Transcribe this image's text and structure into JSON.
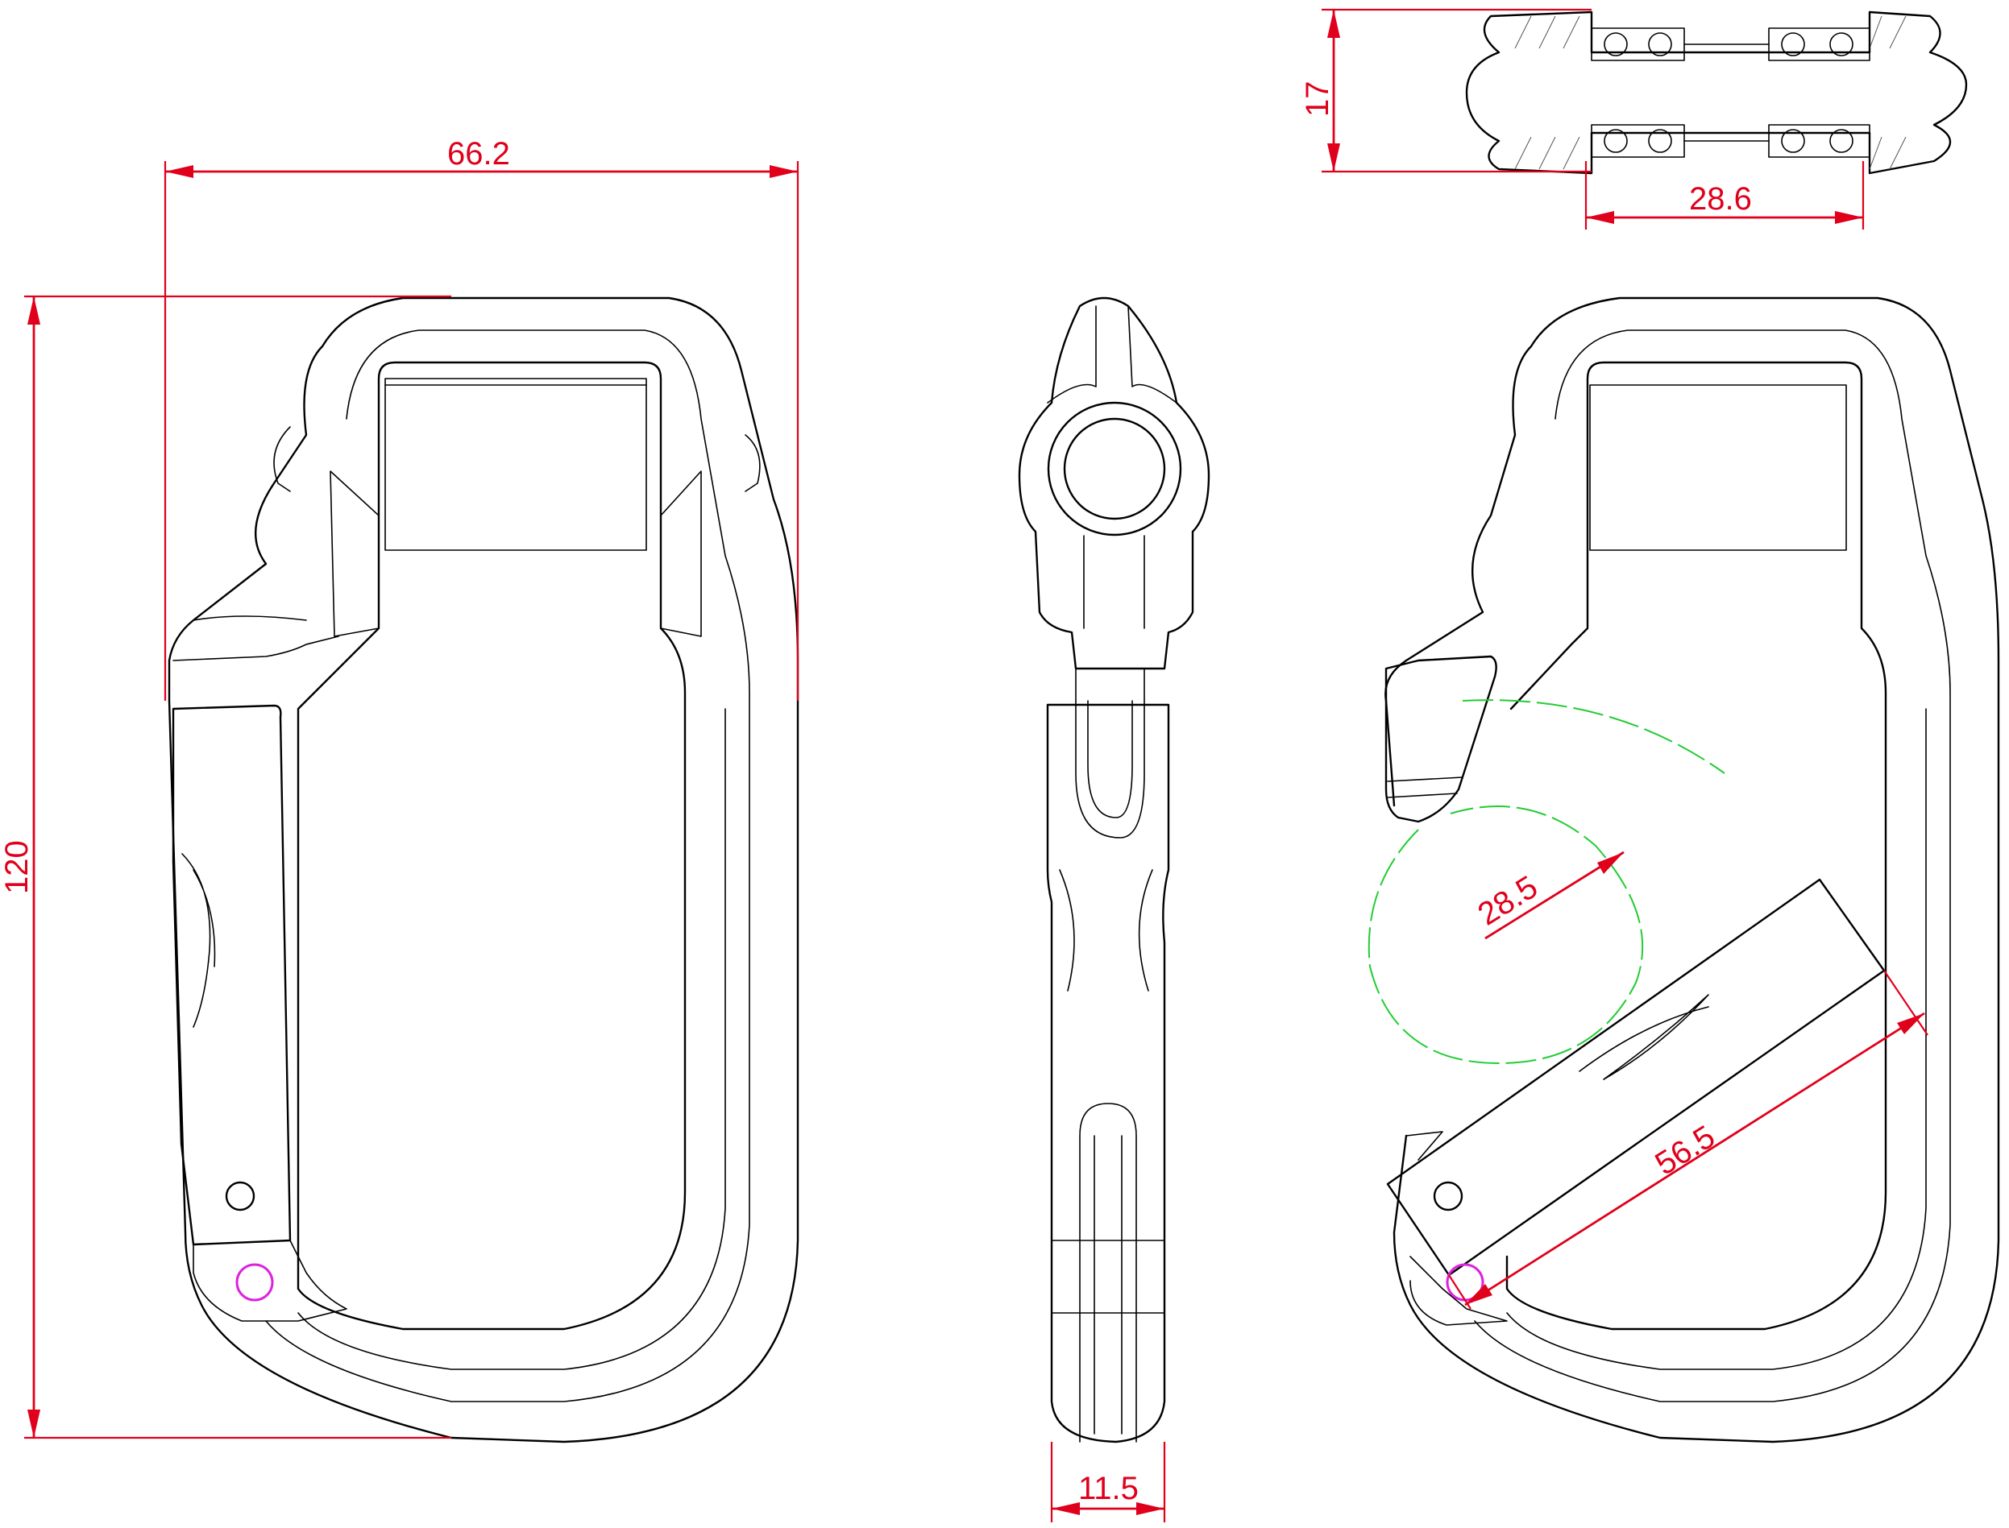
{
  "dimensions": {
    "overall_width": "66.2",
    "overall_height": "120",
    "side_thickness": "11.5",
    "section_height": "17",
    "section_width": "28.6",
    "gate_radius": "28.5",
    "gate_length": "56.5"
  },
  "colors": {
    "dimension": "#e0001b",
    "outline": "#000000",
    "swing_arc": "#22cc33",
    "pivot_marker": "#dd22dd"
  }
}
